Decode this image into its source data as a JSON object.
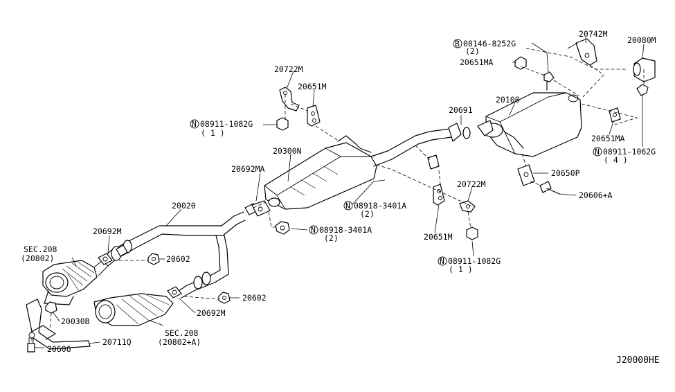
{
  "diagram": {
    "code": "J20000HE",
    "labels": {
      "p20722m_top": "20722M",
      "p20651m_top": "20651M",
      "n08911_1082g_top": "N08911-1082G",
      "n08911_1082g_top_qty": "( 1 )",
      "p20300n": "20300N",
      "p20692ma": "20692MA",
      "p20020": "20020",
      "p20692m_left": "20692M",
      "sec208_left": "SEC.208",
      "sec208_left_sub": "(20802)",
      "p20602_upper": "20602",
      "p20602_lower": "20602",
      "p20692m_lower": "20692M",
      "p20030b": "20030B",
      "sec208_right": "SEC.208",
      "sec208_right_sub": "(20802+A)",
      "p20711q": "20711Q",
      "p20606": "20606",
      "n08918_3401a_mid": "N08918-3401A",
      "n08918_3401a_mid_qty": "(2)",
      "n08918_3401a_low": "N08918-3401A",
      "n08918_3401a_low_qty": "(2)",
      "p20691": "20691",
      "p20651m_mid": "20651M",
      "p20722m_mid": "20722M",
      "n08911_1082g_low": "N08911-1082G",
      "n08911_1082g_low_qty": "( 1 )",
      "b08146_8252g": "B08146-8252G",
      "b08146_8252g_qty": "(2)",
      "p20651ma_top": "20651MA",
      "p20742m": "20742M",
      "p20080m": "20080M",
      "p20100": "20100",
      "p20651ma_right": "20651MA",
      "n08911_1062g": "N08911-1062G",
      "n08911_1062g_qty": "( 4 )",
      "p20650p": "20650P",
      "p20606_a": "20606+A"
    }
  }
}
